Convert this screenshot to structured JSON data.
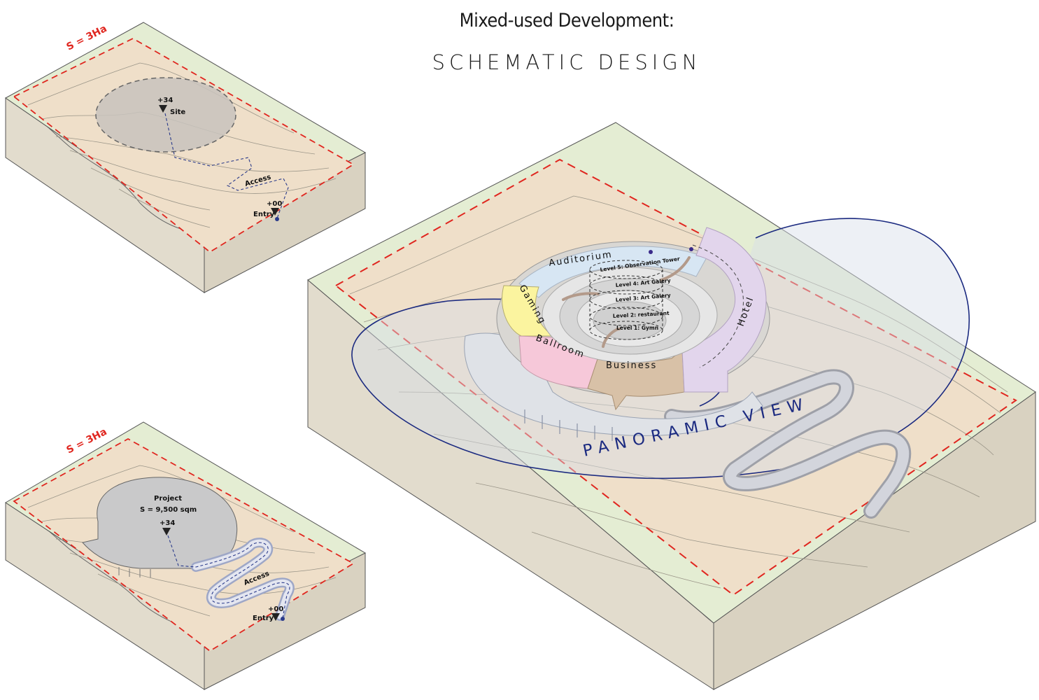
{
  "header": {
    "title": "Mixed-used Development:",
    "subtitle": "SCHEMATIC DESIGN"
  },
  "diagram_site": {
    "area_label": "S = 3Ha",
    "elevation_top": "+34",
    "site_label": "Site",
    "access_label": "Access",
    "elevation_bottom": "+00",
    "entry_label": "Entry"
  },
  "diagram_project": {
    "area_label": "S = 3Ha",
    "project_label": "Project",
    "project_area": "S = 9,500 sqm",
    "elevation_top": "+34",
    "access_label": "Access",
    "elevation_bottom": "+00",
    "entry_label": "Entry"
  },
  "diagram_main": {
    "zones": {
      "auditorium": "Auditorium",
      "gaming": "Gaming",
      "ballroom": "Ballroom",
      "business": "Business",
      "hotel": "Hotel"
    },
    "levels": {
      "level5": "Level 5: Observation Tower",
      "level4": "Level 4: Art Galery",
      "level3": "Level 3: Art Galery",
      "level2": "Level 2: restaurant",
      "level1": "Level 1: Gymn"
    },
    "panoramic_label": "PANORAMIC VIEW"
  },
  "colors": {
    "terrain_green": "#e4edd3",
    "site_tan": "#efdfc9",
    "block_side": "#e2dccd",
    "boundary_red": "#e0261f",
    "view_blue": "#1b2a80",
    "auditorium": "#d7e6f3",
    "gaming": "#fbf49f",
    "ballroom": "#f6c8d9",
    "business": "#d8c1a7",
    "hotel": "#e2d5ec"
  }
}
